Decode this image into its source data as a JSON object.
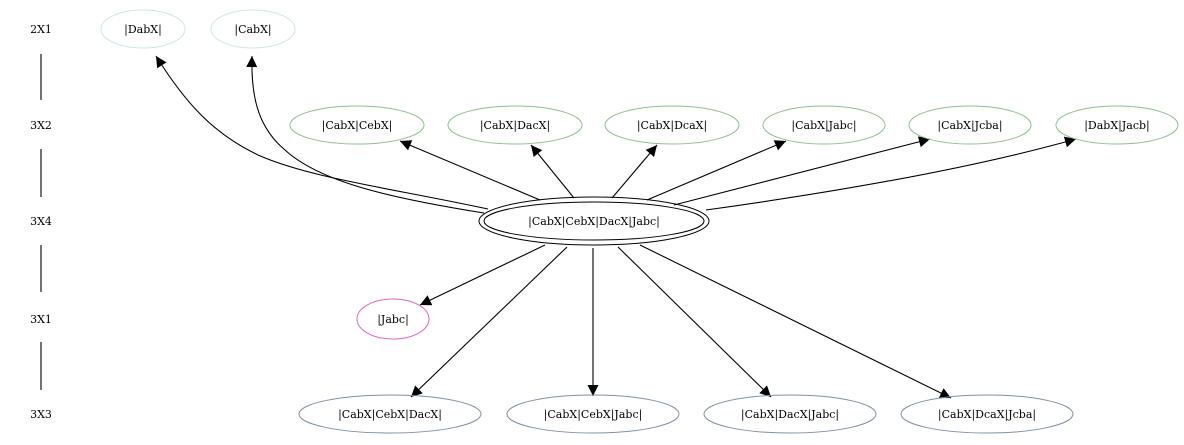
{
  "rank_labels": [
    "2X1",
    "3X2",
    "3X4",
    "3X1",
    "3X3"
  ],
  "nodes": {
    "dabx": {
      "label": "|DabX|",
      "color": "#cfe6e6"
    },
    "cabx": {
      "label": "|CabX|",
      "color": "#cfe6e6"
    },
    "cabx_cebx": {
      "label": "|CabX|CebX|",
      "color": "#8fbf8f"
    },
    "cabx_dacx": {
      "label": "|CabX|DacX|",
      "color": "#8fbf8f"
    },
    "cabx_dcax": {
      "label": "|CabX|DcaX|",
      "color": "#8fbf8f"
    },
    "cabx_jabc": {
      "label": "|CabX|Jabc|",
      "color": "#8fbf8f"
    },
    "cabx_jcba": {
      "label": "|CabX|Jcba|",
      "color": "#8fbf8f"
    },
    "dabx_jacb": {
      "label": "|DabX|Jacb|",
      "color": "#8fbf8f"
    },
    "center": {
      "label": "|CabX|CebX|DacX|Jabc|",
      "color": "#000000"
    },
    "jabc": {
      "label": "|Jabc|",
      "color": "#d966c8"
    },
    "cabx_cebx_dacx": {
      "label": "|CabX|CebX|DacX|",
      "color": "#8090a8"
    },
    "cabx_cebx_jabc": {
      "label": "|CabX|CebX|Jabc|",
      "color": "#8090a8"
    },
    "cabx_dacx_jabc": {
      "label": "|CabX|DacX|Jabc|",
      "color": "#8090a8"
    },
    "cabx_dcax_jcba": {
      "label": "|CabX|DcaX|Jcba|",
      "color": "#8090a8"
    }
  },
  "edges": [
    {
      "from": "center",
      "to": "dabx"
    },
    {
      "from": "center",
      "to": "cabx"
    },
    {
      "from": "center",
      "to": "cabx_cebx"
    },
    {
      "from": "center",
      "to": "cabx_dacx"
    },
    {
      "from": "center",
      "to": "cabx_dcax"
    },
    {
      "from": "center",
      "to": "cabx_jabc"
    },
    {
      "from": "center",
      "to": "cabx_jcba"
    },
    {
      "from": "center",
      "to": "dabx_jacb"
    },
    {
      "from": "center",
      "to": "jabc"
    },
    {
      "from": "center",
      "to": "cabx_cebx_dacx"
    },
    {
      "from": "center",
      "to": "cabx_cebx_jabc"
    },
    {
      "from": "center",
      "to": "cabx_dacx_jabc"
    },
    {
      "from": "center",
      "to": "cabx_dcax_jcba"
    }
  ]
}
